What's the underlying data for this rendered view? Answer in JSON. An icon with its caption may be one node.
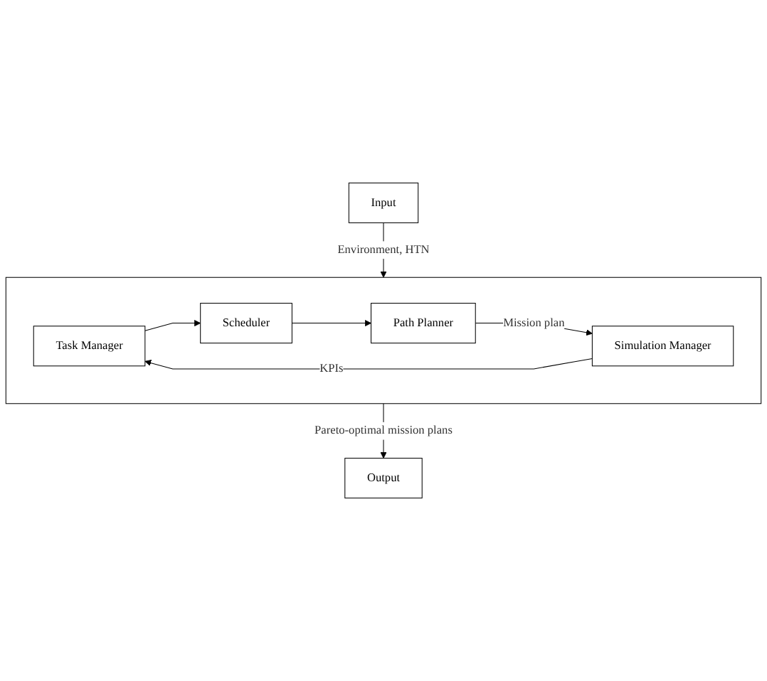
{
  "diagram": {
    "nodes": [
      {
        "text": [
          "Input"
        ]
      },
      {
        "text": [],
        "shape": "box"
      },
      {
        "text": [
          "Task Manager"
        ],
        "in": 1
      },
      {
        "text": [
          "Scheduler"
        ],
        "in": 1
      },
      {
        "text": [
          "Path Planner"
        ],
        "in": 1
      },
      {
        "text": [
          "Simulation Manager"
        ],
        "in": 1
      },
      {
        "text": [
          "Output"
        ]
      }
    ],
    "edges": [
      {
        "from": 0,
        "to": 1,
        "arrow": "to",
        "label": "Environment, HTN"
      },
      {
        "from": 2,
        "to": 3,
        "arrow": "to"
      },
      {
        "from": 3,
        "to": 4,
        "arrow": "to"
      },
      {
        "from": 4,
        "to": 5,
        "arrow": "to",
        "label": "Mission plan"
      },
      {
        "from": 5,
        "to": 2,
        "arrow": "to",
        "label": "KPIs"
      },
      {
        "from": 1,
        "to": 6,
        "arrow": "to",
        "label": "Pareto-optimal mission plans"
      }
    ]
  }
}
